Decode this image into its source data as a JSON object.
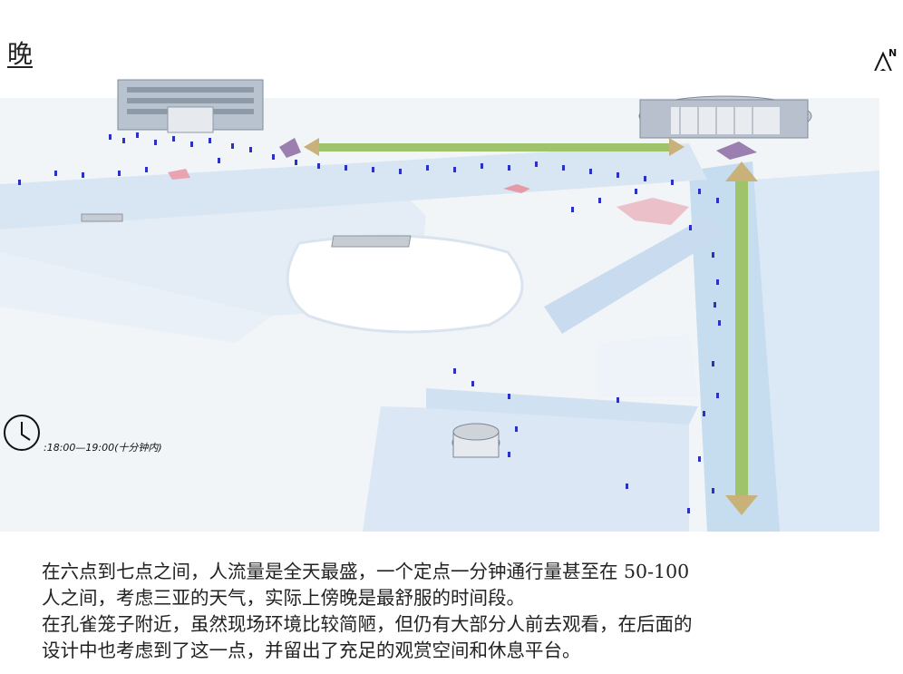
{
  "title": "晚",
  "compass": {
    "letter": "N",
    "icon": "north-arrow-icon"
  },
  "time_range": ":18:00—19:00(十分钟内)",
  "caption_lines": [
    "在六点到七点之间，人流量是全天最盛，一个定点一分钟通行量甚至在 50-100",
    "人之间，考虑三亚的天气，实际上傍晚是最舒服的时间段。",
    "在孔雀笼子附近，虽然现场环境比较简陋，但仍有大部分人前去观看，在后面的",
    "设计中也考虑到了这一点，并留出了充足的观赏空间和休息平台。"
  ],
  "colors": {
    "water": "#d6e6f4",
    "ground": "#f4f6f9",
    "path": "#c9dcef",
    "people": "#2a31c4",
    "arrow_green": "#9fc36a",
    "arrow_head": "#c8b27a",
    "plaza_purple": "#9a7fb0",
    "pink": "#e69aa8"
  }
}
